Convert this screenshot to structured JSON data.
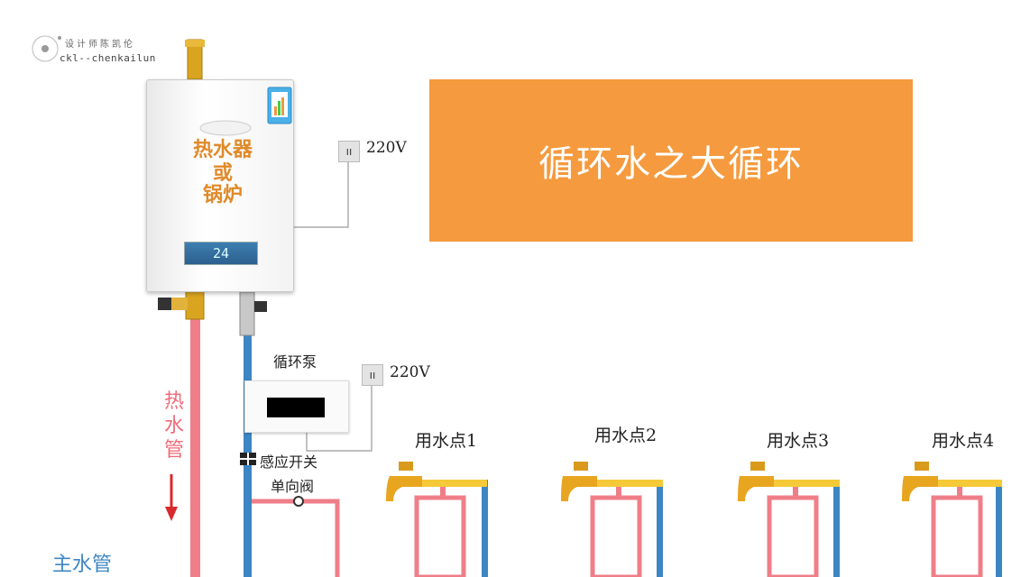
{
  "logo": {
    "line1": "设计师陈凯伦",
    "line2": "ckl--chenkailun"
  },
  "banner": {
    "title": "循环水之大循环",
    "color": "#f59a3e"
  },
  "heater": {
    "label_line1": "热水器",
    "label_line2": "或",
    "label_line3": "锅炉",
    "display_value": "24"
  },
  "power": {
    "heater_voltage": "220V",
    "pump_voltage": "220V"
  },
  "pump": {
    "label": "循环泵"
  },
  "sensor_switch": {
    "label": "感应开关"
  },
  "check_valve": {
    "label": "单向阀"
  },
  "hot_pipe": {
    "label": "热水管",
    "color": "#ef7e88"
  },
  "main_pipe": {
    "label": "主水管",
    "color": "#3c86c4"
  },
  "supply_pipe": {
    "color": "#f5c938"
  },
  "water_points": [
    {
      "label": "用水点1"
    },
    {
      "label": "用水点2"
    },
    {
      "label": "用水点3"
    },
    {
      "label": "用水点4"
    }
  ]
}
